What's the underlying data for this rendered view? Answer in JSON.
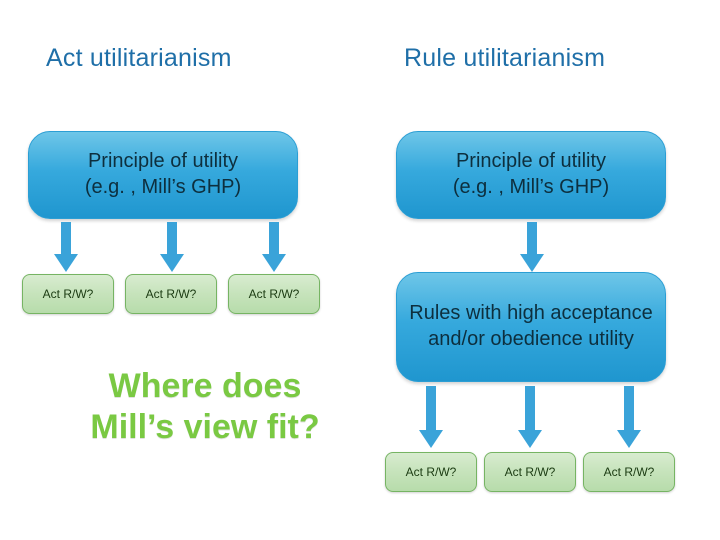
{
  "columns": {
    "act_title": "Act utilitarianism",
    "rule_title": "Rule utilitarianism"
  },
  "act_column": {
    "principle_box": "Principle of utility\n(e.g. , Mill’s GHP)",
    "leaves": [
      "Act R/W?",
      "Act R/W?",
      "Act R/W?"
    ]
  },
  "rule_column": {
    "principle_box": "Principle of utility\n(e.g. , Mill’s GHP)",
    "rules_box": "Rules with high acceptance and/or obedience utility",
    "leaves": [
      "Act R/W?",
      "Act R/W?",
      "Act R/W?"
    ]
  },
  "question": "Where does Mill’s view fit?",
  "colors": {
    "title_blue": "#1f6fa8",
    "box_blue": "#36a9dd",
    "box_green": "#c6e3bb",
    "green_border": "#76b463",
    "arrow_blue": "#3aa3d9",
    "question_green": "#7ac943"
  },
  "icons": {
    "arrow": "down-arrow-icon"
  }
}
